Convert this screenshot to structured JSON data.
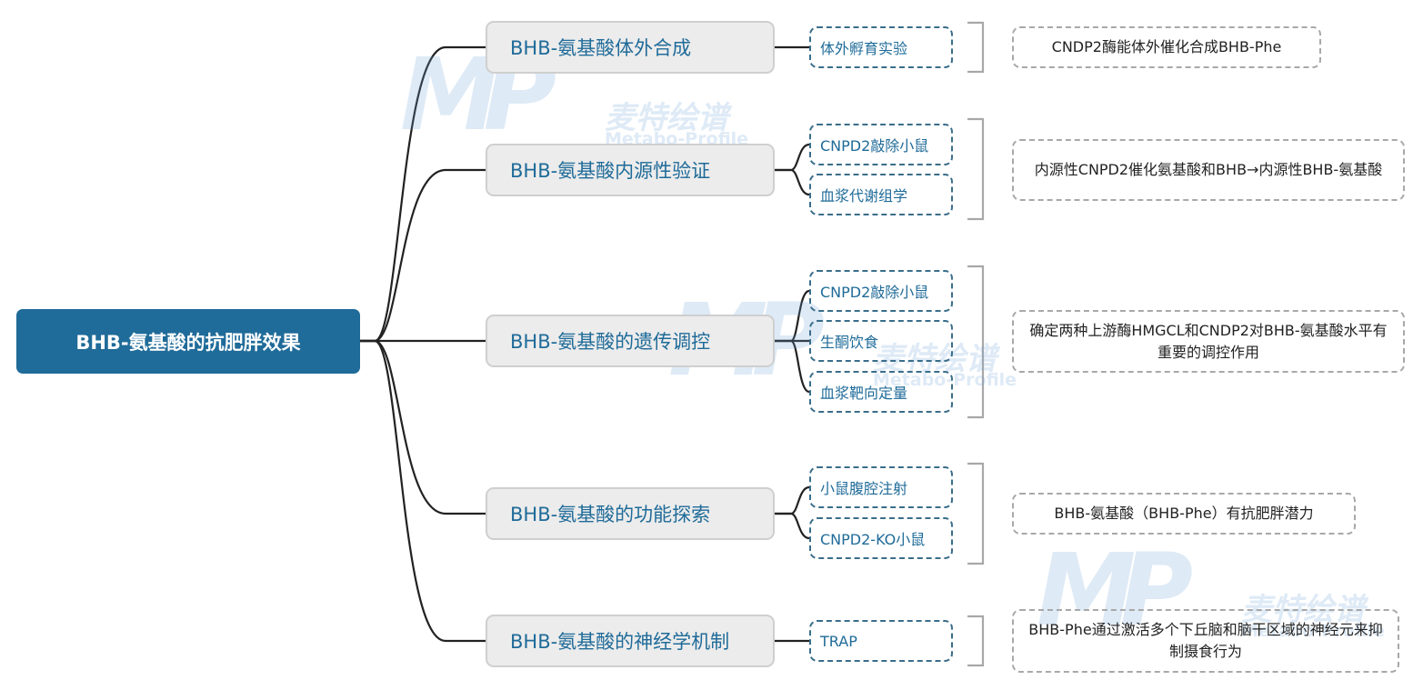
{
  "root": {
    "label": "BHB-氨基酸的抗肥胖效果"
  },
  "branches": [
    {
      "label": "BHB-氨基酸体外合成",
      "leaves": [
        "体外孵育实验"
      ],
      "note": "CNDP2酶能体外催化合成BHB-Phe"
    },
    {
      "label": "BHB-氨基酸内源性验证",
      "leaves": [
        "CNPD2敲除小鼠",
        "血浆代谢组学"
      ],
      "note": "内源性CNPD2催化氨基酸和BHB→内源性BHB-氨基酸"
    },
    {
      "label": "BHB-氨基酸的遗传调控",
      "leaves": [
        "CNPD2敲除小鼠",
        "生酮饮食",
        "血浆靶向定量"
      ],
      "note": "确定两种上游酶HMGCL和CNDP2对BHB-氨基酸水平有重要的调控作用"
    },
    {
      "label": "BHB-氨基酸的功能探索",
      "leaves": [
        "小鼠腹腔注射",
        "CNPD2-KO小鼠"
      ],
      "note": "BHB-氨基酸（BHB-Phe）有抗肥胖潜力"
    },
    {
      "label": "BHB-氨基酸的神经学机制",
      "leaves": [
        "TRAP"
      ],
      "note": "BHB-Phe通过激活多个下丘脑和脑干区域的神经元来抑制摄食行为"
    }
  ],
  "watermark": {
    "glyph": "MP",
    "cn": "麦特绘谱",
    "en": "Metabo-Profile"
  },
  "colors": {
    "root": "#1f6b99",
    "branch_bg": "#ececec",
    "leaf_border": "#3a6d8a",
    "note_border": "#a8a8a8",
    "line": "#222222"
  }
}
